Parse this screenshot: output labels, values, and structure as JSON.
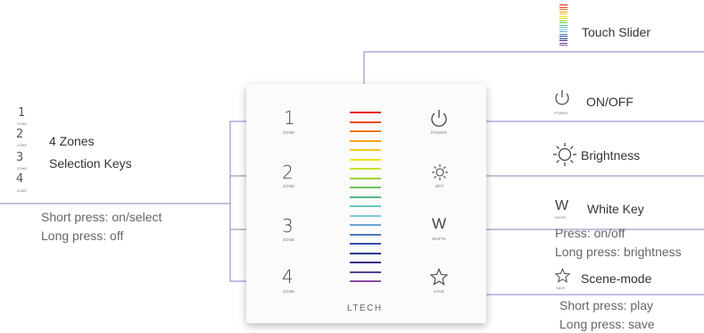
{
  "brand": "LTECH",
  "zones": [
    {
      "num": "1",
      "label": "ZONE"
    },
    {
      "num": "2",
      "label": "ZONE"
    },
    {
      "num": "3",
      "label": "ZONE"
    },
    {
      "num": "4",
      "label": "ZONE"
    }
  ],
  "keys": {
    "power": "POWER",
    "brt": "BRT",
    "white_letter": "W",
    "white": "WHITE",
    "save": "SAVE"
  },
  "annotations": {
    "touch_slider": "Touch Slider",
    "on_off": "ON/OFF",
    "brightness": "Brightness",
    "white_key": "White Key",
    "white_press": "Press: on/off",
    "white_long": "Long press: brightness",
    "scene_mode": "Scene-mode",
    "scene_short": "Short press: play",
    "scene_long": "Long press: save",
    "zones_title": "4 Zones",
    "zones_sub": "Selection Keys",
    "zones_short": "Short press: on/select",
    "zones_long": "Long press: off",
    "icon_power_label": "POWER",
    "icon_white_label": "WHITE",
    "icon_save_label": "SAVE",
    "icon_zone_label": "ZONE"
  },
  "slider_colors": [
    "#e8231f",
    "#ee4a1f",
    "#f07a1c",
    "#f6a21a",
    "#f7c91a",
    "#f1e21e",
    "#cde22a",
    "#9ad13a",
    "#6bc25a",
    "#55b985",
    "#67c6c4",
    "#7ec8e2",
    "#6aa5d8",
    "#4c79c2",
    "#3552a9",
    "#2c3a92",
    "#3a2f86",
    "#5b3d93",
    "#8d4ea5"
  ],
  "colors": {
    "line": "#8b7fc0",
    "dot": "#9a8fcb"
  }
}
